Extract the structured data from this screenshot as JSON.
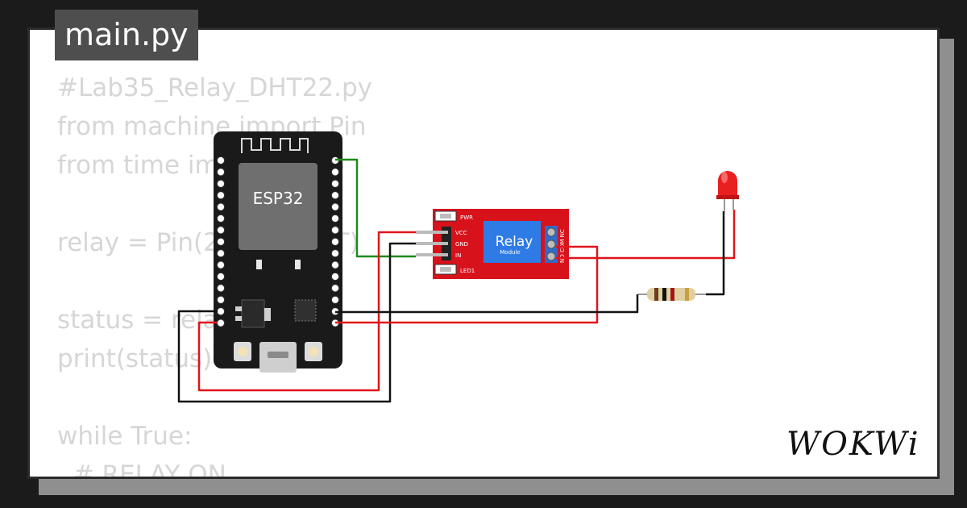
{
  "file_tab": "main.py",
  "code_lines": [
    "#Lab35_Relay_DHT22.py",
    "from machine import Pin",
    "from time import sleep",
    "",
    "relay = Pin(23, Pin.OUT)",
    "",
    "status = relay.value()",
    "print(status)",
    "",
    "while True:",
    "  # RELAY ON"
  ],
  "board": {
    "chip_label": "ESP32"
  },
  "relay_module": {
    "title": "Relay",
    "subtitle": "Module",
    "pins": [
      "VCC",
      "GND",
      "IN"
    ],
    "pwr_label": "PWR",
    "led_label": "LED1",
    "terminal_label": "NO COM NC"
  },
  "brand": "WOKWi",
  "colors": {
    "wire_red": "#e0141c",
    "wire_black": "#111111",
    "wire_green": "#1c8a1c",
    "relay_board": "#d8121b",
    "relay_block": "#2f7be6",
    "led": "#e82020"
  }
}
